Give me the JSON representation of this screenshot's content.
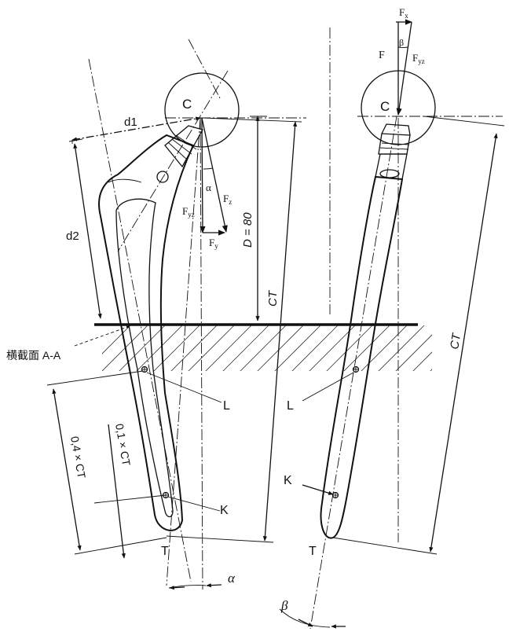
{
  "left_view": {
    "center_label": "C",
    "d1_label": "d1",
    "d2_label": "d2",
    "alpha_label": "α",
    "fz_label": "F",
    "fz_sub": "z",
    "fyz_label": "F",
    "fyz_sub": "yz",
    "fy_label": "F",
    "fy_sub": "y",
    "d_dimension": "D = 80",
    "ct_label": "CT",
    "section_label": "横截面 A-A",
    "l_label": "L",
    "k_label": "K",
    "t_label": "T",
    "dim_01ct": "0,1 × CT",
    "dim_04ct": "0,4 × CT",
    "alpha_bottom": "α"
  },
  "right_view": {
    "center_label": "C",
    "fx_label": "F",
    "fx_sub": "x",
    "f_label": "F",
    "beta_label": "β",
    "fyz_label": "F",
    "fyz_sub": "yz",
    "ct_label": "CT",
    "l_label": "L",
    "k_label": "K",
    "t_label": "T",
    "beta_bottom": "β"
  }
}
